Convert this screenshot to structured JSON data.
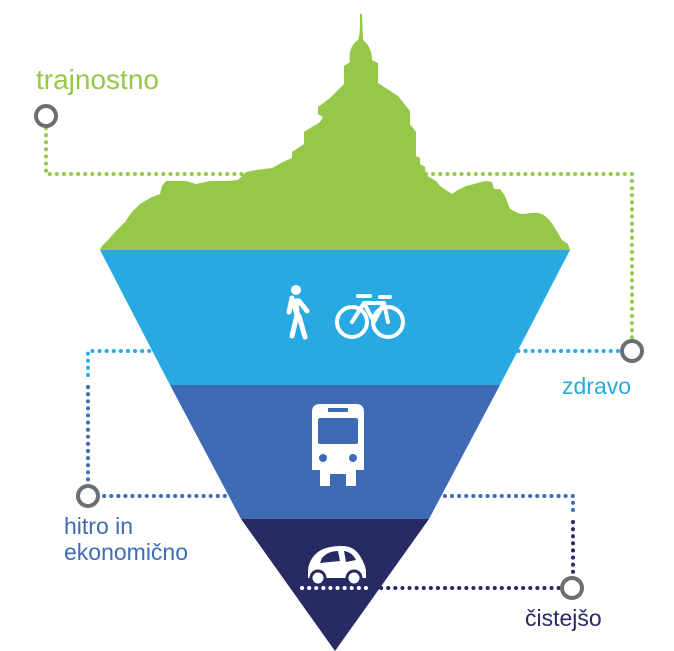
{
  "labels": {
    "trajnostno": "trajnostno",
    "zdravo": "zdravo",
    "hitro_line1": "hitro in",
    "hitro_line2": "ekonomično",
    "cistejso": "čistejšo"
  },
  "icons": [
    "walking-person-icon",
    "bicycle-icon",
    "bus-icon",
    "car-icon"
  ],
  "colors": {
    "green": "#95c748",
    "light_blue": "#29a9e1",
    "mid_blue": "#3f6bb4",
    "dark_navy": "#282a64",
    "connector_grey": "#6d6e71"
  }
}
